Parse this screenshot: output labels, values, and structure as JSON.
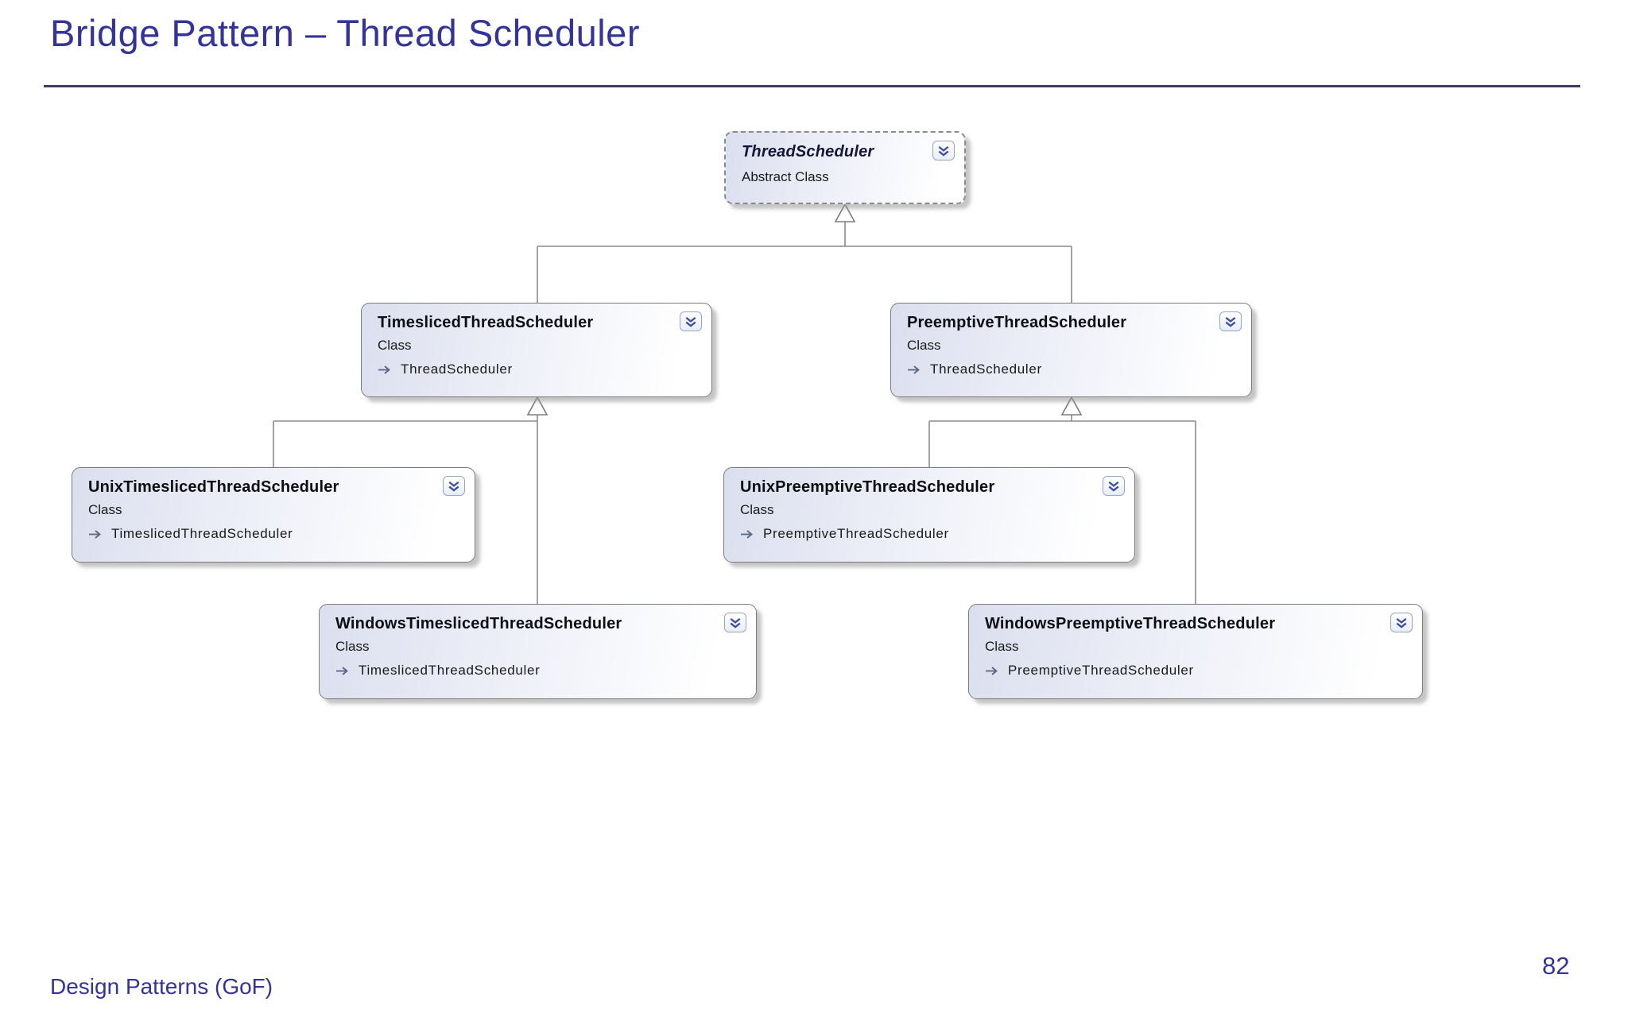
{
  "slide": {
    "title": "Bridge Pattern – Thread Scheduler",
    "footer": "Design Patterns (GoF)",
    "page_number": "82",
    "accent_color": "#333399",
    "rule_color": "#3c3c64"
  },
  "diagram": {
    "type": "uml-class-diagram",
    "collapse_icon": "double-chevron-down",
    "inheritance_arrow": "hollow-triangle-up",
    "nodes": [
      {
        "name": "ThreadScheduler",
        "kind": "Abstract Class",
        "base": "",
        "abstract": true
      },
      {
        "name": "TimeslicedThreadScheduler",
        "kind": "Class",
        "base": "ThreadScheduler",
        "abstract": false
      },
      {
        "name": "PreemptiveThreadScheduler",
        "kind": "Class",
        "base": "ThreadScheduler",
        "abstract": false
      },
      {
        "name": "UnixTimeslicedThreadScheduler",
        "kind": "Class",
        "base": "TimeslicedThreadScheduler",
        "abstract": false
      },
      {
        "name": "UnixPreemptiveThreadScheduler",
        "kind": "Class",
        "base": "PreemptiveThreadScheduler",
        "abstract": false
      },
      {
        "name": "WindowsTimeslicedThreadScheduler",
        "kind": "Class",
        "base": "TimeslicedThreadScheduler",
        "abstract": false
      },
      {
        "name": "WindowsPreemptiveThreadScheduler",
        "kind": "Class",
        "base": "PreemptiveThreadScheduler",
        "abstract": false
      }
    ]
  }
}
